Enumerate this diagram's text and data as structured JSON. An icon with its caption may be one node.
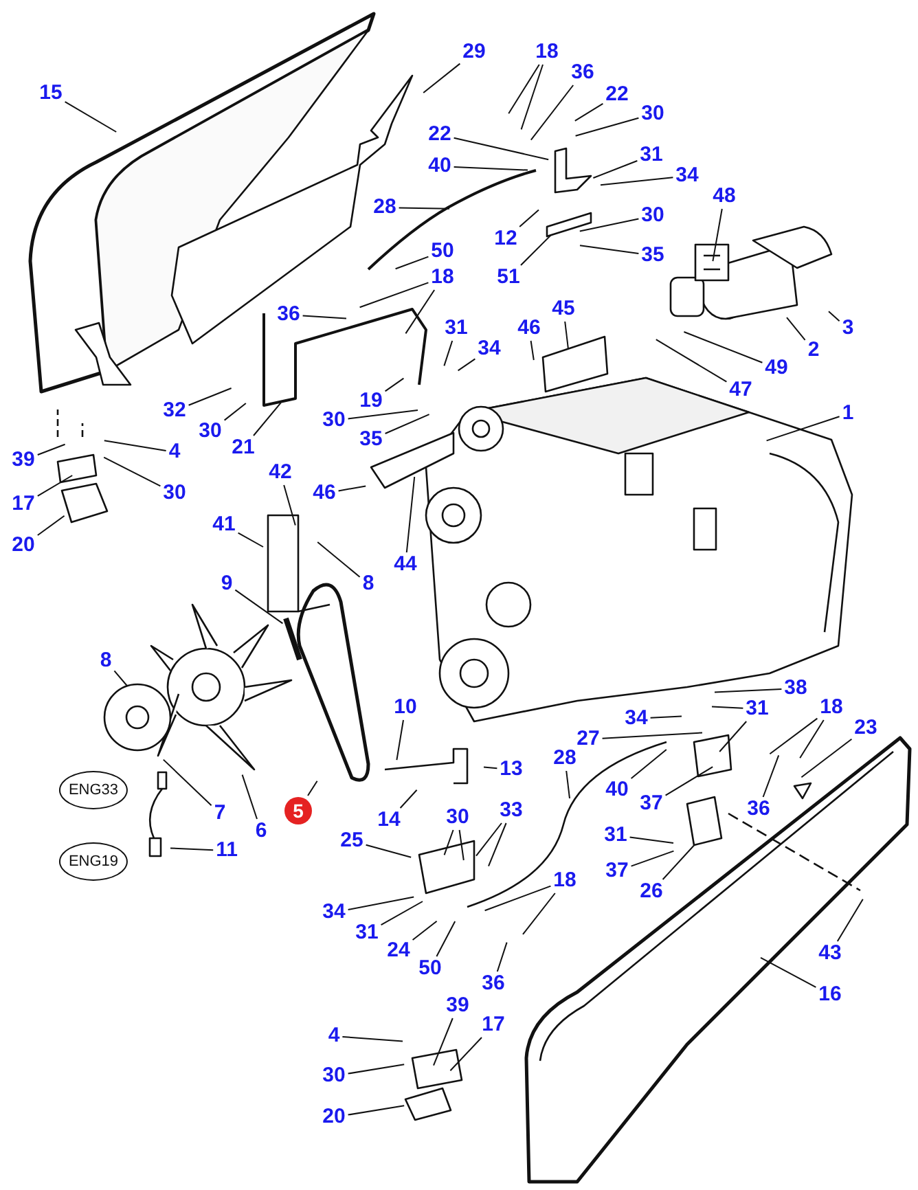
{
  "diagram": {
    "nodes": [
      {
        "text": [
          "15"
        ]
      },
      {
        "text": [
          "29"
        ]
      },
      {
        "text": [
          "18"
        ]
      },
      {
        "text": [
          "36"
        ]
      },
      {
        "text": [
          "22"
        ]
      },
      {
        "text": [
          "30"
        ]
      },
      {
        "text": [
          "22"
        ]
      },
      {
        "text": [
          "31"
        ]
      },
      {
        "text": [
          "40"
        ]
      },
      {
        "text": [
          "34"
        ]
      },
      {
        "text": [
          "48"
        ]
      },
      {
        "text": [
          "28"
        ]
      },
      {
        "text": [
          "12"
        ]
      },
      {
        "text": [
          "30"
        ]
      },
      {
        "text": [
          "50"
        ]
      },
      {
        "text": [
          "51"
        ]
      },
      {
        "text": [
          "35"
        ]
      },
      {
        "text": [
          "18"
        ]
      },
      {
        "text": [
          "36"
        ]
      },
      {
        "text": [
          "45"
        ]
      },
      {
        "text": [
          "46"
        ]
      },
      {
        "text": [
          "31"
        ]
      },
      {
        "text": [
          "34"
        ]
      },
      {
        "text": [
          "3"
        ]
      },
      {
        "text": [
          "2"
        ]
      },
      {
        "text": [
          "49"
        ]
      },
      {
        "text": [
          "47"
        ]
      },
      {
        "text": [
          "32"
        ]
      },
      {
        "text": [
          "30"
        ]
      },
      {
        "text": [
          "21"
        ]
      },
      {
        "text": [
          "19"
        ]
      },
      {
        "text": [
          "30"
        ]
      },
      {
        "text": [
          "35"
        ]
      },
      {
        "text": [
          "1"
        ]
      },
      {
        "text": [
          "39"
        ]
      },
      {
        "text": [
          "4"
        ]
      },
      {
        "text": [
          "30"
        ]
      },
      {
        "text": [
          "17"
        ]
      },
      {
        "text": [
          "46"
        ]
      },
      {
        "text": [
          "44"
        ]
      },
      {
        "text": [
          "42"
        ]
      },
      {
        "text": [
          "41"
        ]
      },
      {
        "text": [
          "20"
        ]
      },
      {
        "text": [
          "8"
        ]
      },
      {
        "text": [
          "9"
        ]
      },
      {
        "text": [
          "8"
        ]
      },
      {
        "text": [
          "10"
        ]
      },
      {
        "text": [
          "7"
        ]
      },
      {
        "text": [
          "6"
        ]
      },
      {
        "text": [
          "5"
        ]
      },
      {
        "text": [
          "ENG33"
        ]
      },
      {
        "text": [
          "ENG19"
        ]
      },
      {
        "text": [
          "11"
        ]
      },
      {
        "text": [
          "13"
        ]
      },
      {
        "text": [
          "14"
        ]
      },
      {
        "text": [
          "38"
        ]
      },
      {
        "text": [
          "34"
        ]
      },
      {
        "text": [
          "31"
        ]
      },
      {
        "text": [
          "27"
        ]
      },
      {
        "text": [
          "18"
        ]
      },
      {
        "text": [
          "23"
        ]
      },
      {
        "text": [
          "28"
        ]
      },
      {
        "text": [
          "40"
        ]
      },
      {
        "text": [
          "37"
        ]
      },
      {
        "text": [
          "36"
        ]
      },
      {
        "text": [
          "31"
        ]
      },
      {
        "text": [
          "37"
        ]
      },
      {
        "text": [
          "26"
        ]
      },
      {
        "text": [
          "25"
        ]
      },
      {
        "text": [
          "30"
        ]
      },
      {
        "text": [
          "33"
        ]
      },
      {
        "text": [
          "18"
        ]
      },
      {
        "text": [
          "34"
        ]
      },
      {
        "text": [
          "31"
        ]
      },
      {
        "text": [
          "24"
        ]
      },
      {
        "text": [
          "50"
        ]
      },
      {
        "text": [
          "36"
        ]
      },
      {
        "text": [
          "43"
        ]
      },
      {
        "text": [
          "16"
        ]
      },
      {
        "text": [
          "4"
        ]
      },
      {
        "text": [
          "39"
        ]
      },
      {
        "text": [
          "17"
        ]
      },
      {
        "text": [
          "30"
        ]
      },
      {
        "text": [
          "20"
        ]
      }
    ],
    "edges": [
      {
        "from": 0,
        "to": null,
        "arrow": "none"
      },
      {
        "from": 1,
        "to": null,
        "arrow": "none"
      },
      {
        "from": 2,
        "to": null,
        "arrow": "none"
      },
      {
        "from": 2,
        "to": null,
        "arrow": "none"
      },
      {
        "from": 3,
        "to": null,
        "arrow": "none"
      },
      {
        "from": 4,
        "to": null,
        "arrow": "none"
      },
      {
        "from": 5,
        "to": null,
        "arrow": "none"
      },
      {
        "from": 6,
        "to": null,
        "arrow": "none"
      },
      {
        "from": 7,
        "to": null,
        "arrow": "none"
      },
      {
        "from": 8,
        "to": null,
        "arrow": "none"
      },
      {
        "from": 9,
        "to": null,
        "arrow": "none"
      },
      {
        "from": 10,
        "to": null,
        "arrow": "none"
      },
      {
        "from": 11,
        "to": null,
        "arrow": "none"
      },
      {
        "from": 12,
        "to": null,
        "arrow": "none"
      },
      {
        "from": 13,
        "to": null,
        "arrow": "none"
      },
      {
        "from": 14,
        "to": null,
        "arrow": "none"
      },
      {
        "from": 15,
        "to": null,
        "arrow": "none"
      },
      {
        "from": 16,
        "to": null,
        "arrow": "none"
      },
      {
        "from": 17,
        "to": null,
        "arrow": "none"
      },
      {
        "from": 17,
        "to": null,
        "arrow": "none"
      },
      {
        "from": 18,
        "to": null,
        "arrow": "none"
      },
      {
        "from": 19,
        "to": null,
        "arrow": "none"
      },
      {
        "from": 20,
        "to": null,
        "arrow": "none"
      },
      {
        "from": 21,
        "to": null,
        "arrow": "none"
      },
      {
        "from": 22,
        "to": null,
        "arrow": "none"
      },
      {
        "from": 23,
        "to": null,
        "arrow": "none"
      },
      {
        "from": 24,
        "to": null,
        "arrow": "none"
      },
      {
        "from": 25,
        "to": null,
        "arrow": "none"
      },
      {
        "from": 26,
        "to": null,
        "arrow": "none"
      },
      {
        "from": 27,
        "to": null,
        "arrow": "none"
      },
      {
        "from": 28,
        "to": null,
        "arrow": "none"
      },
      {
        "from": 29,
        "to": null,
        "arrow": "none"
      },
      {
        "from": 30,
        "to": null,
        "arrow": "none"
      },
      {
        "from": 31,
        "to": null,
        "arrow": "none"
      },
      {
        "from": 32,
        "to": null,
        "arrow": "none"
      },
      {
        "from": 33,
        "to": null,
        "arrow": "none"
      },
      {
        "from": 34,
        "to": null,
        "arrow": "none"
      },
      {
        "from": 35,
        "to": null,
        "arrow": "none"
      },
      {
        "from": 36,
        "to": null,
        "arrow": "none"
      },
      {
        "from": 37,
        "to": null,
        "arrow": "none"
      },
      {
        "from": 38,
        "to": null,
        "arrow": "none"
      },
      {
        "from": 39,
        "to": null,
        "arrow": "none"
      },
      {
        "from": 40,
        "to": null,
        "arrow": "none"
      },
      {
        "from": 41,
        "to": null,
        "arrow": "none"
      },
      {
        "from": 42,
        "to": null,
        "arrow": "none"
      },
      {
        "from": 43,
        "to": null,
        "arrow": "none"
      },
      {
        "from": 44,
        "to": null,
        "arrow": "none"
      },
      {
        "from": 45,
        "to": null,
        "arrow": "none"
      },
      {
        "from": 46,
        "to": null,
        "arrow": "none"
      },
      {
        "from": 47,
        "to": null,
        "arrow": "none"
      },
      {
        "from": 48,
        "to": null,
        "arrow": "none"
      },
      {
        "from": 49,
        "to": null,
        "arrow": "none"
      },
      {
        "from": 52,
        "to": null,
        "arrow": "none"
      },
      {
        "from": 53,
        "to": null,
        "arrow": "none"
      },
      {
        "from": 54,
        "to": null,
        "arrow": "none"
      },
      {
        "from": 55,
        "to": null,
        "arrow": "none"
      },
      {
        "from": 56,
        "to": null,
        "arrow": "none"
      },
      {
        "from": 57,
        "to": null,
        "arrow": "none"
      },
      {
        "from": 57,
        "to": null,
        "arrow": "none"
      },
      {
        "from": 58,
        "to": null,
        "arrow": "none"
      },
      {
        "from": 59,
        "to": null,
        "arrow": "none"
      },
      {
        "from": 59,
        "to": null,
        "arrow": "none"
      },
      {
        "from": 60,
        "to": null,
        "arrow": "none"
      },
      {
        "from": 61,
        "to": null,
        "arrow": "none"
      },
      {
        "from": 62,
        "to": null,
        "arrow": "none"
      },
      {
        "from": 63,
        "to": null,
        "arrow": "none"
      },
      {
        "from": 64,
        "to": null,
        "arrow": "none"
      },
      {
        "from": 65,
        "to": null,
        "arrow": "none"
      },
      {
        "from": 66,
        "to": null,
        "arrow": "none"
      },
      {
        "from": 67,
        "to": null,
        "arrow": "none"
      },
      {
        "from": 68,
        "to": null,
        "arrow": "none"
      },
      {
        "from": 69,
        "to": null,
        "arrow": "none"
      },
      {
        "from": 69,
        "to": null,
        "arrow": "none"
      },
      {
        "from": 70,
        "to": null,
        "arrow": "none"
      },
      {
        "from": 70,
        "to": null,
        "arrow": "none"
      },
      {
        "from": 71,
        "to": null,
        "arrow": "none"
      },
      {
        "from": 71,
        "to": null,
        "arrow": "none"
      },
      {
        "from": 72,
        "to": null,
        "arrow": "none"
      },
      {
        "from": 73,
        "to": null,
        "arrow": "none"
      },
      {
        "from": 74,
        "to": null,
        "arrow": "none"
      },
      {
        "from": 75,
        "to": null,
        "arrow": "none"
      },
      {
        "from": 76,
        "to": null,
        "arrow": "none"
      },
      {
        "from": 77,
        "to": null,
        "arrow": "none"
      },
      {
        "from": 78,
        "to": null,
        "arrow": "none"
      },
      {
        "from": 79,
        "to": null,
        "arrow": "none"
      },
      {
        "from": 80,
        "to": null,
        "arrow": "none"
      },
      {
        "from": 81,
        "to": null,
        "arrow": "none"
      },
      {
        "from": 82,
        "to": null,
        "arrow": "none"
      },
      {
        "from": 83,
        "to": null,
        "arrow": "none"
      }
    ]
  }
}
